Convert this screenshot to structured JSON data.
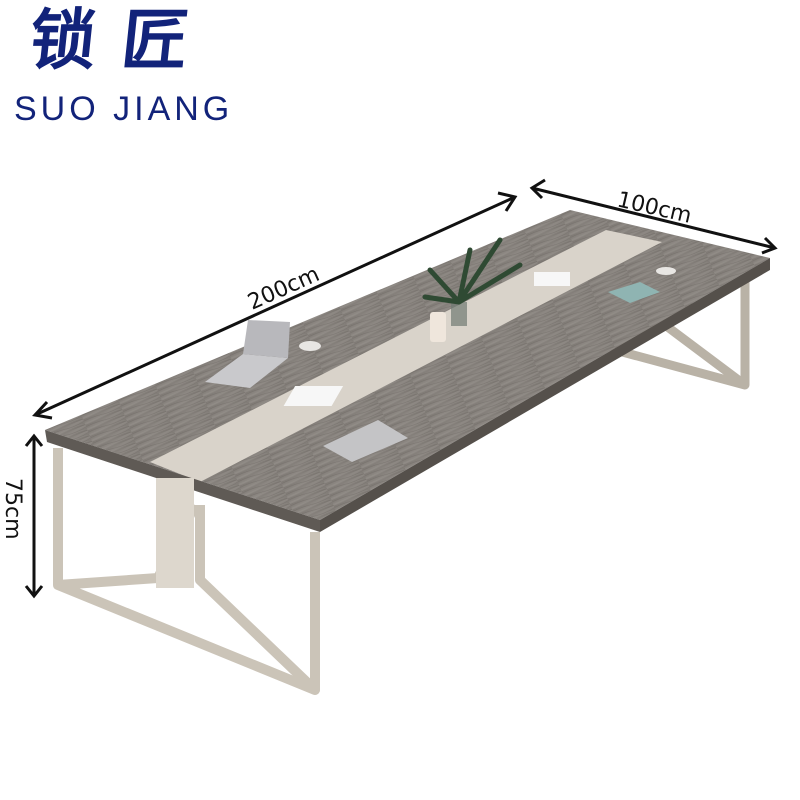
{
  "brand": {
    "name_cn": "锁匠",
    "name_en": "SUO JIANG",
    "color": "#12237a"
  },
  "product": {
    "type": "conference table",
    "top_colors": {
      "wood": "#8a8580",
      "center_strip": "#d9d3ca",
      "frame": "#c9c2b6"
    }
  },
  "dimensions": {
    "length": "200cm",
    "width": "100cm",
    "height": "75cm"
  },
  "props": [
    "laptop",
    "coffee-cup",
    "coffee-cup",
    "plant",
    "candle",
    "cable-port",
    "cable-port",
    "tablet",
    "notebook"
  ]
}
